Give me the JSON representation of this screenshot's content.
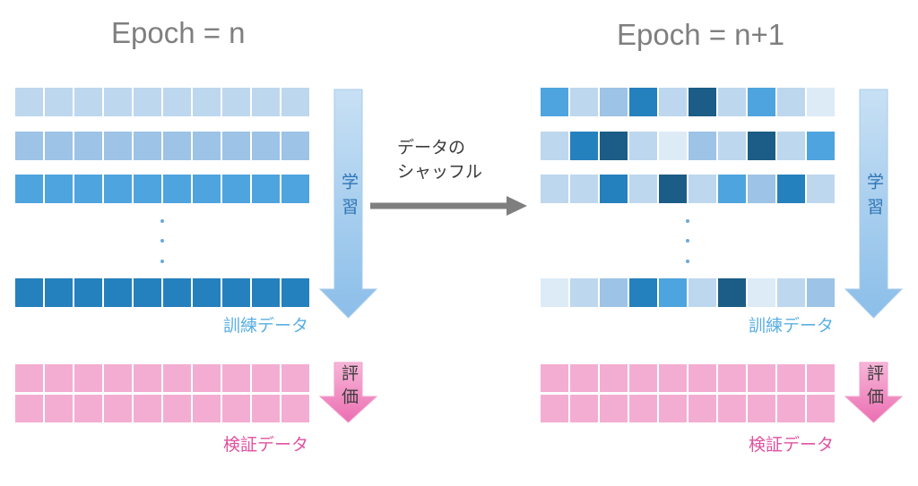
{
  "shuffle_caption": {
    "line1": "データの",
    "line2": "シャッフル"
  },
  "panels": [
    {
      "title": "Epoch = n",
      "train_rows": [
        [
          "#bdd7ee",
          "#bdd7ee",
          "#bdd7ee",
          "#bdd7ee",
          "#bdd7ee",
          "#bdd7ee",
          "#bdd7ee",
          "#bdd7ee",
          "#bdd7ee",
          "#bdd7ee"
        ],
        [
          "#9dc3e6",
          "#9dc3e6",
          "#9dc3e6",
          "#9dc3e6",
          "#9dc3e6",
          "#9dc3e6",
          "#9dc3e6",
          "#9dc3e6",
          "#9dc3e6",
          "#9dc3e6"
        ],
        [
          "#4ea4de",
          "#4ea4de",
          "#4ea4de",
          "#4ea4de",
          "#4ea4de",
          "#4ea4de",
          "#4ea4de",
          "#4ea4de",
          "#4ea4de",
          "#4ea4de"
        ],
        [
          "#2580be",
          "#2580be",
          "#2580be",
          "#2580be",
          "#2580be",
          "#2580be",
          "#2580be",
          "#2580be",
          "#2580be",
          "#2580be"
        ]
      ],
      "train_label": "訓練データ",
      "learn_label": "学習",
      "val_rows": [
        [
          "#f4add2",
          "#f4add2",
          "#f4add2",
          "#f4add2",
          "#f4add2",
          "#f4add2",
          "#f4add2",
          "#f4add2",
          "#f4add2",
          "#f4add2"
        ],
        [
          "#f4add2",
          "#f4add2",
          "#f4add2",
          "#f4add2",
          "#f4add2",
          "#f4add2",
          "#f4add2",
          "#f4add2",
          "#f4add2",
          "#f4add2"
        ]
      ],
      "val_label": "検証データ",
      "eval_label": "評価"
    },
    {
      "title": "Epoch = n+1",
      "train_rows": [
        [
          "#4ea4de",
          "#bdd7ee",
          "#9dc3e6",
          "#2580be",
          "#bdd7ee",
          "#1b5d86",
          "#bdd7ee",
          "#4ea4de",
          "#bdd7ee",
          "#ddebf7"
        ],
        [
          "#bdd7ee",
          "#2580be",
          "#1b5d86",
          "#bdd7ee",
          "#ddebf7",
          "#9dc3e6",
          "#bdd7ee",
          "#1b5d86",
          "#bdd7ee",
          "#4ea4de"
        ],
        [
          "#bdd7ee",
          "#bdd7ee",
          "#2580be",
          "#bdd7ee",
          "#1b5d86",
          "#bdd7ee",
          "#4ea4de",
          "#9dc3e6",
          "#2580be",
          "#bdd7ee"
        ],
        [
          "#ddebf7",
          "#bdd7ee",
          "#9dc3e6",
          "#2580be",
          "#4ea4de",
          "#bdd7ee",
          "#1b5d86",
          "#ddebf7",
          "#bdd7ee",
          "#9dc3e6"
        ]
      ],
      "train_label": "訓練データ",
      "learn_label": "学習",
      "val_rows": [
        [
          "#f4add2",
          "#f4add2",
          "#f4add2",
          "#f4add2",
          "#f4add2",
          "#f4add2",
          "#f4add2",
          "#f4add2",
          "#f4add2",
          "#f4add2"
        ],
        [
          "#f4add2",
          "#f4add2",
          "#f4add2",
          "#f4add2",
          "#f4add2",
          "#f4add2",
          "#f4add2",
          "#f4add2",
          "#f4add2",
          "#f4add2"
        ]
      ],
      "val_label": "検証データ",
      "eval_label": "評価"
    }
  ]
}
